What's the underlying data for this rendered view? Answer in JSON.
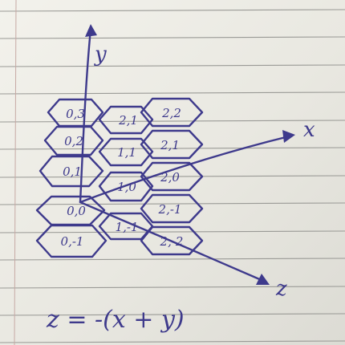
{
  "axes": {
    "y_label": "y",
    "x_label": "x",
    "z_label": "z"
  },
  "cells": [
    {
      "key": "0,3",
      "label": "0,3"
    },
    {
      "key": "0,2",
      "label": "0,2"
    },
    {
      "key": "0,1",
      "label": "0,1"
    },
    {
      "key": "0,0",
      "label": "0,0"
    },
    {
      "key": "0,-1",
      "label": "0,-1"
    },
    {
      "key": "2,1top",
      "label": "2,1"
    },
    {
      "key": "1,1",
      "label": "1,1"
    },
    {
      "key": "1,0",
      "label": "1,0"
    },
    {
      "key": "1,-1",
      "label": "1,-1"
    },
    {
      "key": "2,2",
      "label": "2,2"
    },
    {
      "key": "2,1",
      "label": "2,1"
    },
    {
      "key": "2,0",
      "label": "2,0"
    },
    {
      "key": "2,-1",
      "label": "2,-1"
    },
    {
      "key": "2,-2",
      "label": "2,-2"
    }
  ],
  "formula": "z = -(x + y)",
  "colors": {
    "ink": "#3e3a8c",
    "paper": "#ecebe4",
    "rule": "#9a9a96"
  }
}
